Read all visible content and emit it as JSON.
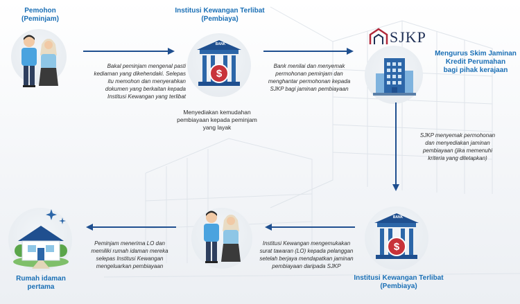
{
  "nodes": {
    "borrower_top": {
      "title_line1": "Pemohon",
      "title_line2": "(Peminjam)"
    },
    "bank_top": {
      "title_line1": "Institusi Kewangan Terlibat",
      "title_line2": "(Pembiaya)",
      "sign": "BANK"
    },
    "sjkp": {
      "logo_text": "SJKP",
      "title_line1": "Mengurus Skim Jaminan",
      "title_line2": "Kredit Perumahan",
      "title_line3": "bagi pihak kerajaan"
    },
    "bank_bottom": {
      "title_line1": "Institusi Kewangan Terlibat",
      "title_line2": "(Pembiaya)",
      "sign": "BANK"
    },
    "home": {
      "title_line1": "Rumah idaman",
      "title_line2": "pertama"
    }
  },
  "steps": {
    "step1": [
      "Bakal peminjam mengenal pasti",
      "kediaman yang dikehendaki. Selepas",
      "itu memohon dan menyerahkan",
      "dokumen yang berkaitan kepada",
      "Institusi Kewangan yang terlibat"
    ],
    "step1b": [
      "Menyediakan kemudahan",
      "pembiayaan kepada peminjam",
      "yang layak"
    ],
    "step2": [
      "Bank menilai dan menyemak",
      "permohonan peminjam dan",
      "menghantar permohonan kepada",
      "SJKP bagi jaminan pembiayaan"
    ],
    "step3": [
      "SJKP menyemak permohonan",
      "dan menyediakan jaminan",
      "pembiayaan (jika memenuhi",
      "kriteria yang ditetapkan)"
    ],
    "step4": [
      "Institusi Kewangan mengemukakan",
      "surat tawaran (LO) kepada pelanggan",
      "setelah berjaya mendapatkan jaminan",
      "pembiayaan daripada SJKP"
    ],
    "step5": [
      "Peminjam menerima LO dan",
      "memiliki rumah idaman mereka",
      "selepas Institusi Kewangan",
      "mengeluarkan pembiayaan"
    ]
  },
  "colors": {
    "accent": "#1a6fb5",
    "arrow": "#1f4f8f",
    "dollar": "#c8333a",
    "logo_red": "#b1283a"
  }
}
